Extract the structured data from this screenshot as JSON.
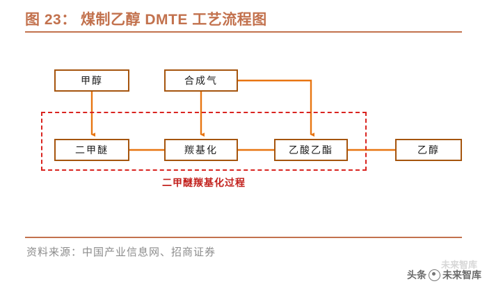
{
  "header": {
    "title": "图 23： 煤制乙醇 DMTE 工艺流程图",
    "accent_color": "#c2714d"
  },
  "diagram": {
    "type": "process-flow",
    "box_border_color": "#a5540d",
    "connector_color": "#e87511",
    "group_color": "#d9231f",
    "nodes": [
      {
        "id": "methanol",
        "label": "甲醇",
        "row": "top",
        "col": 1
      },
      {
        "id": "syngas",
        "label": "合成气",
        "row": "top",
        "col": 2
      },
      {
        "id": "dme",
        "label": "二甲醚",
        "row": "bottom",
        "col": 1
      },
      {
        "id": "carbonylation",
        "label": "羰基化",
        "row": "bottom",
        "col": 2
      },
      {
        "id": "ethylacetate",
        "label": "乙酸乙酯",
        "row": "bottom",
        "col": 3
      },
      {
        "id": "ethanol",
        "label": "乙醇",
        "row": "bottom",
        "col": 4
      }
    ],
    "edges": [
      {
        "from": "methanol",
        "to": "dme",
        "arrow": true
      },
      {
        "from": "syngas",
        "to": "carbonylation",
        "arrow": true
      },
      {
        "from": "syngas",
        "to": "ethylacetate",
        "arrow": true
      },
      {
        "from": "dme",
        "to": "carbonylation",
        "arrow": false
      },
      {
        "from": "carbonylation",
        "to": "ethylacetate",
        "arrow": false
      },
      {
        "from": "ethylacetate",
        "to": "ethanol",
        "arrow": false
      }
    ],
    "group": {
      "label": "二甲醚羰基化过程",
      "members": [
        "dme",
        "carbonylation",
        "ethylacetate"
      ],
      "style": "dashed"
    }
  },
  "footer": {
    "source": "资料来源：中国产业信息网、招商证券"
  },
  "watermark": {
    "text": "头条 @未来智库",
    "ghost_text": "未来智库",
    "logo": "circle-logo-icon"
  }
}
